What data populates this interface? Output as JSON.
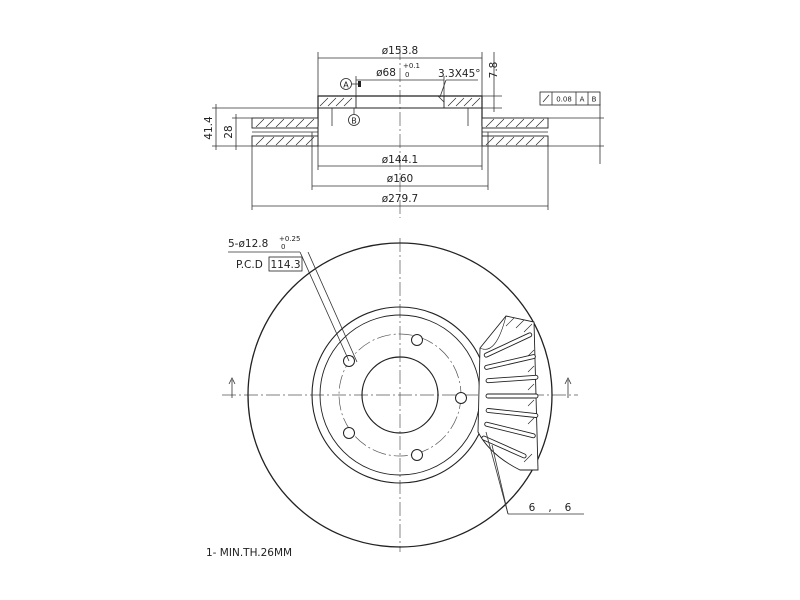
{
  "drawing": {
    "section_view": {
      "dims": {
        "d_hat_outer": "ø153.8",
        "d_center_bore": "ø68",
        "d_center_bore_tol_upper": "+0.1",
        "d_center_bore_tol_lower": "0",
        "chamfer": "3.3X45°",
        "hat_thickness": "7.8",
        "total_height": "41.4",
        "disc_thickness": "28",
        "d_inner_flange": "ø144.1",
        "d_friction_inner": "ø160",
        "d_outer": "ø279.7"
      },
      "datums": {
        "a": "A",
        "b": "B"
      },
      "tolerance_frame": {
        "value": "0.08",
        "ref1": "A",
        "ref2": "B"
      }
    },
    "plan_view": {
      "bolt_holes": {
        "count_diameter": "5-ø12.8",
        "tol_upper": "+0.25",
        "tol_lower": "0"
      },
      "pcd": {
        "label": "P.C.D",
        "value": "114.3"
      },
      "vanes": {
        "value_a": "6",
        "separator": ",",
        "value_b": "6"
      }
    },
    "note": "1- MIN.TH.26MM"
  }
}
